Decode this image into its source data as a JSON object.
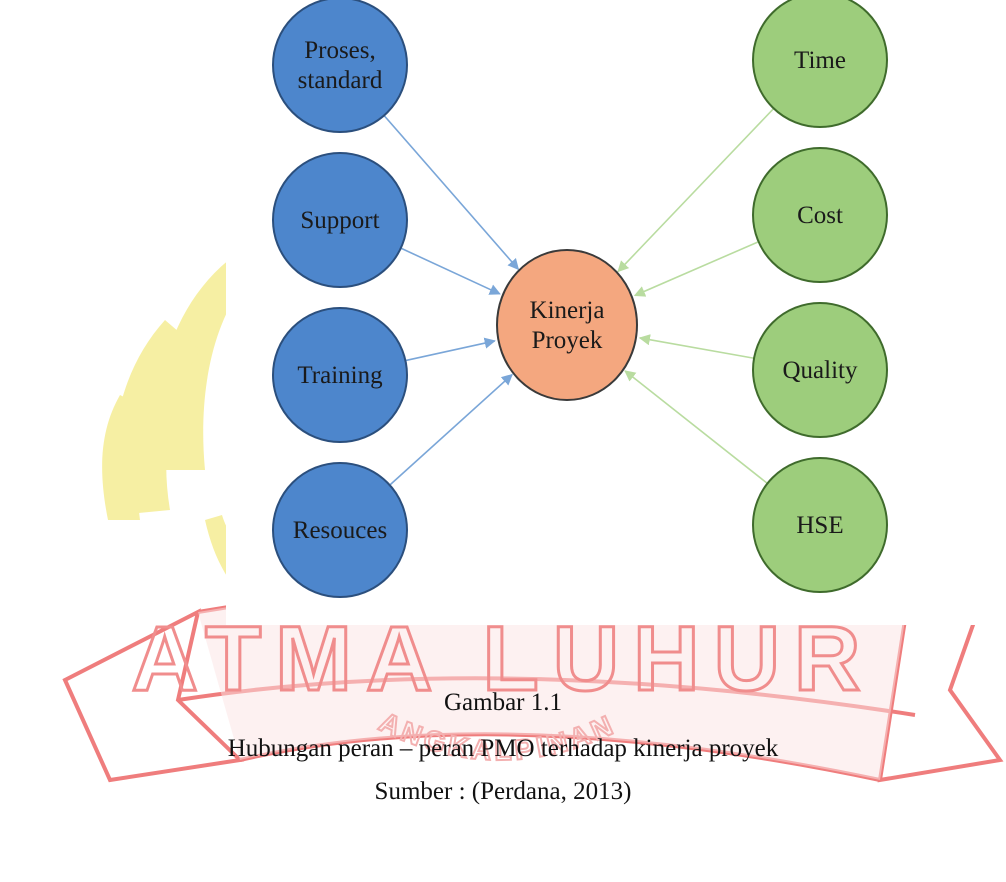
{
  "diagram": {
    "left_nodes": [
      {
        "id": "proses",
        "lines": [
          "Proses,",
          "standard"
        ]
      },
      {
        "id": "support",
        "lines": [
          "Support"
        ]
      },
      {
        "id": "training",
        "lines": [
          "Training"
        ]
      },
      {
        "id": "resouces",
        "lines": [
          "Resouces"
        ]
      }
    ],
    "center_node": {
      "id": "kinerja",
      "lines": [
        "Kinerja",
        "Proyek"
      ]
    },
    "right_nodes": [
      {
        "id": "time",
        "lines": [
          "Time"
        ]
      },
      {
        "id": "cost",
        "lines": [
          "Cost"
        ]
      },
      {
        "id": "quality",
        "lines": [
          "Quality"
        ]
      },
      {
        "id": "hse",
        "lines": [
          "HSE"
        ]
      }
    ],
    "colors": {
      "left_fill": "#4d86cc",
      "left_stroke": "#2b4f7d",
      "center_fill": "#f4a77f",
      "center_stroke": "#3a3a3a",
      "right_fill": "#9dcd7c",
      "right_stroke": "#3f6b2c",
      "left_arrow": "#7aa6d8",
      "right_arrow": "#b9dca0"
    }
  },
  "watermark": {
    "main_text": "ATMA LUHUR",
    "sub_text": "PANGKALPINANG",
    "colors": {
      "ribbon": "#ef7d7d",
      "wing": "#f6ee9a",
      "text": "#f08d8d"
    }
  },
  "caption": {
    "figure_number": "Gambar 1.1",
    "title": "Hubungan peran – peran PMO terhadap kinerja proyek",
    "source": "Sumber : (Perdana, 2013)"
  }
}
